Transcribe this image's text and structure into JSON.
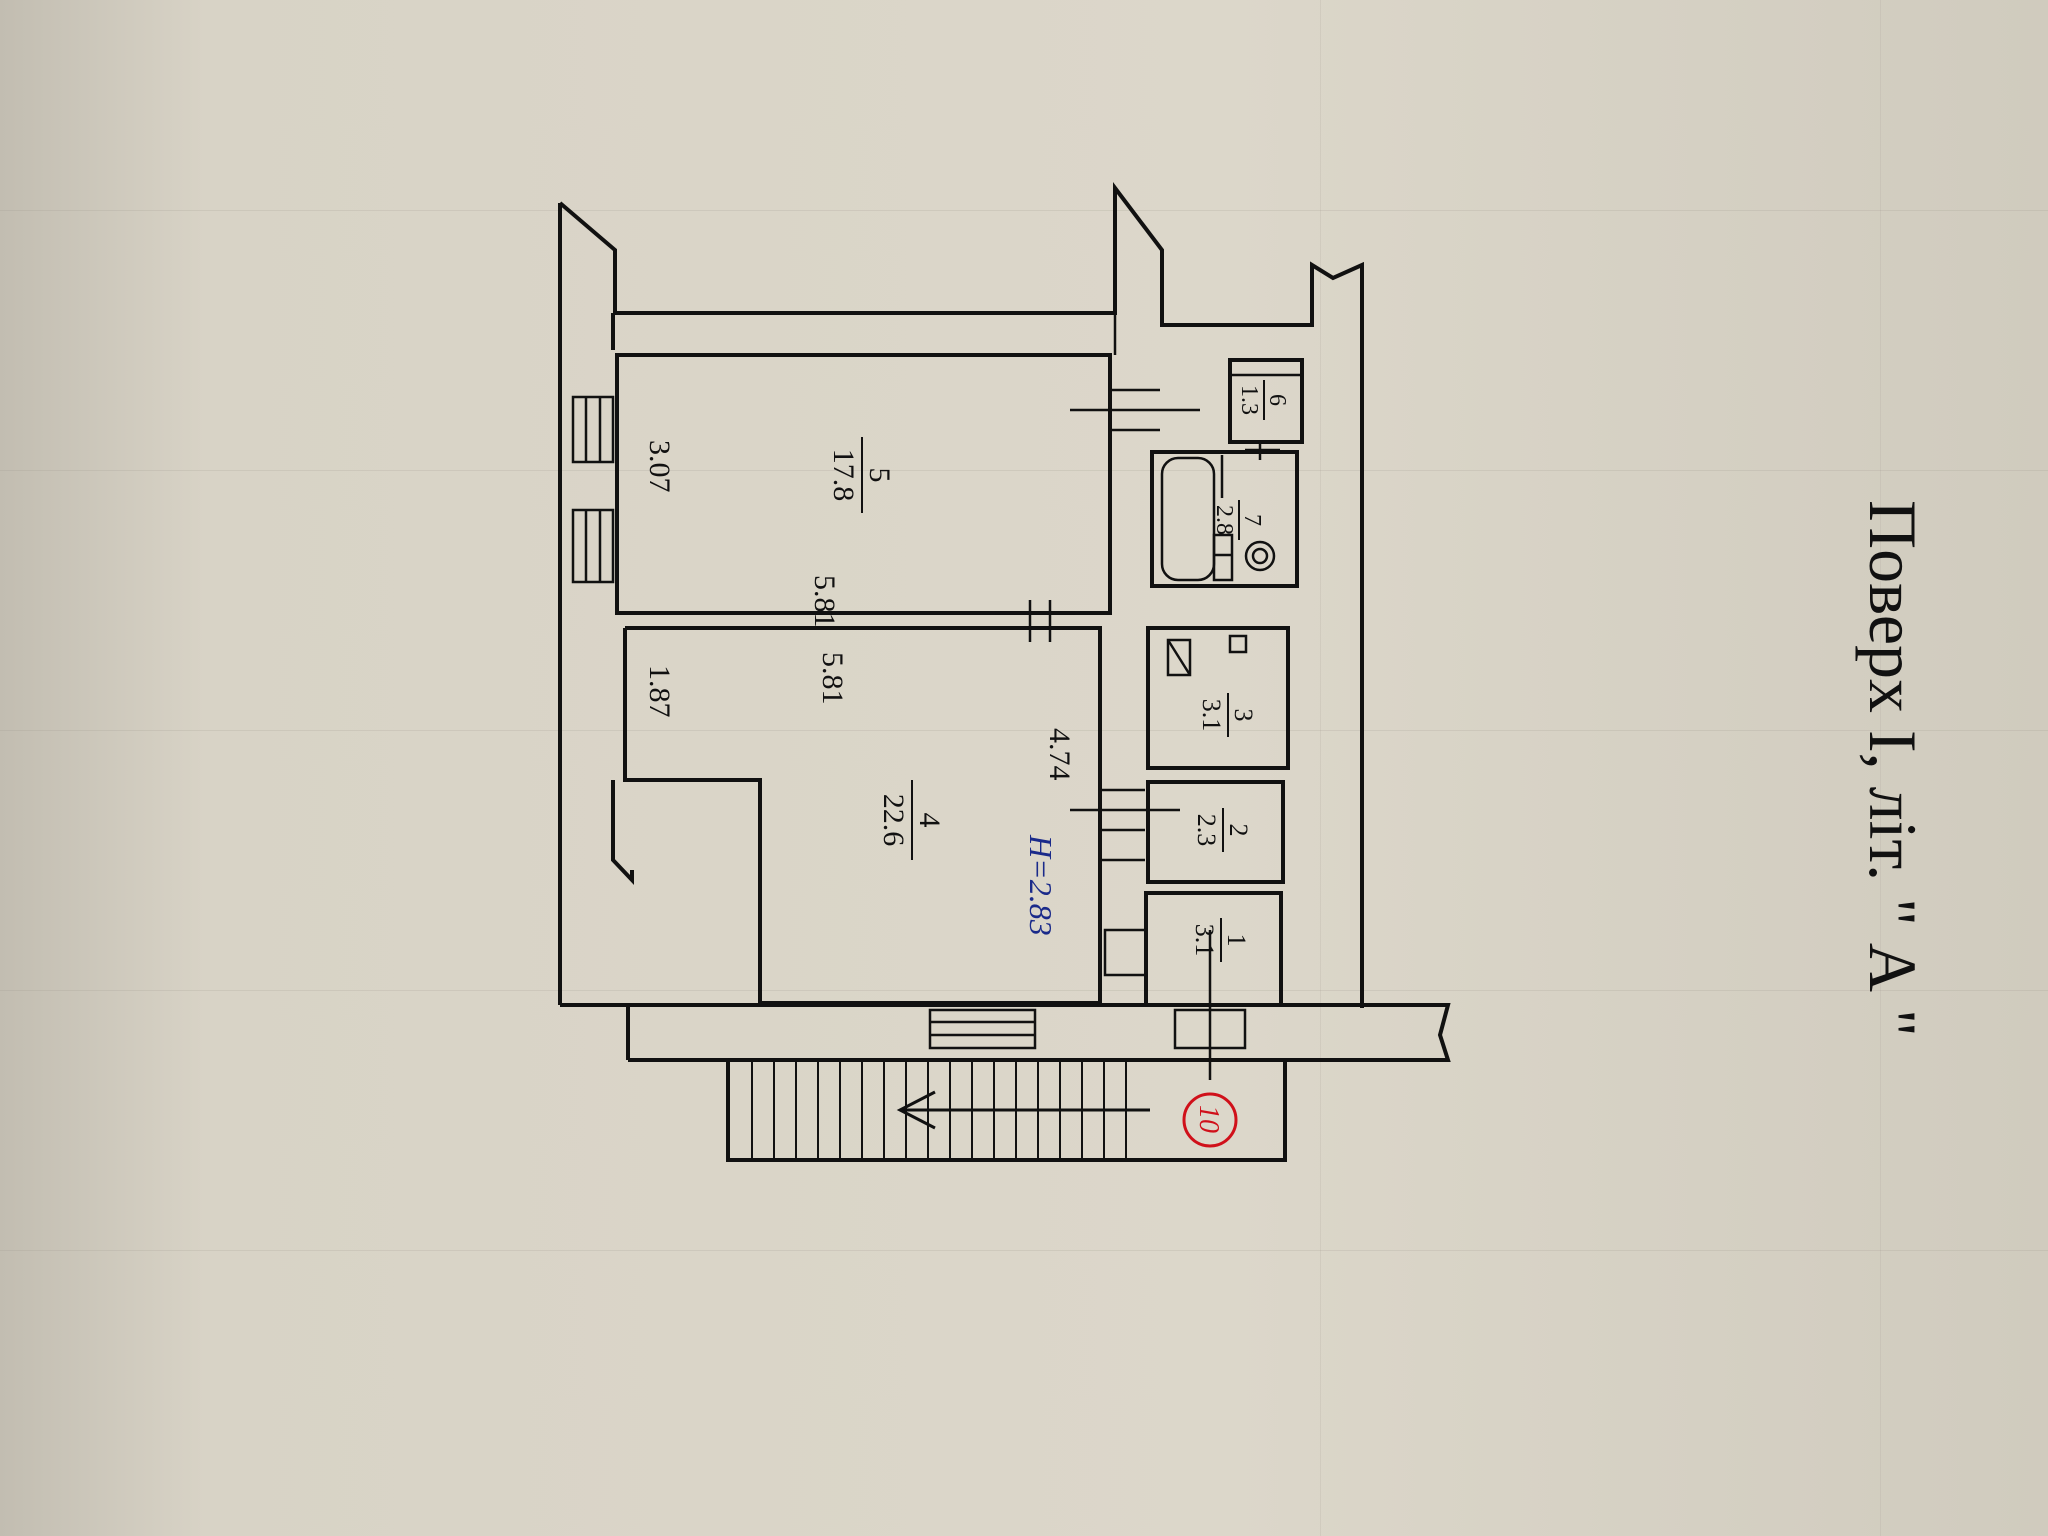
{
  "title": "Поверх I, літ. \" А \"",
  "height_note": "H=2.83",
  "stamp": "10",
  "rooms": [
    {
      "number": "1",
      "area": "3.1"
    },
    {
      "number": "2",
      "area": "2.3"
    },
    {
      "number": "3",
      "area": "3.1"
    },
    {
      "number": "4",
      "area": "22.6"
    },
    {
      "number": "5",
      "area": "17.8"
    },
    {
      "number": "6",
      "area": "1.3"
    },
    {
      "number": "7",
      "area": "2.8"
    }
  ],
  "dimensions": {
    "room5_length": "5.81",
    "room5_width": "3.07",
    "room4_length": "5.81",
    "room4_width": "4.74",
    "room4_alcove": "1.87"
  },
  "colors": {
    "ink": "#111111",
    "stamp": "#d0101a",
    "pen": "#1a2a8a"
  }
}
